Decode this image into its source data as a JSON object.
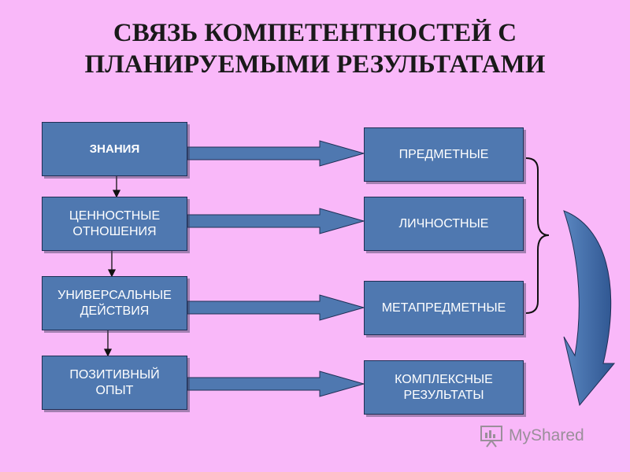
{
  "title": {
    "line1": "СВЯЗЬ КОМПЕТЕНТНОСТЕЙ С",
    "line2": "ПЛАНИРУЕМЫМИ РЕЗУЛЬТАТАМИ"
  },
  "left_boxes": [
    {
      "label": "ЗНАНИЯ"
    },
    {
      "label": "ЦЕННОСТНЫЕ\nОТНОШЕНИЯ"
    },
    {
      "label": "УНИВЕРСАЛЬНЫЕ\nДЕЙСТВИЯ"
    },
    {
      "label": "ПОЗИТИВНЫЙ\nОПЫТ"
    }
  ],
  "right_boxes": [
    {
      "label": "ПРЕДМЕТНЫЕ"
    },
    {
      "label": "ЛИЧНОСТНЫЕ"
    },
    {
      "label": "МЕТАПРЕДМЕТНЫЕ"
    },
    {
      "label": "КОМПЛЕКСНЫЕ\nРЕЗУЛЬТАТЫ"
    }
  ],
  "watermark": {
    "text": "MyShared",
    "icon": "presentation-board-icon"
  },
  "colors": {
    "background": "#f9b8f9",
    "box_fill": "#4f78b0",
    "arrow_fill": "#4f78b0",
    "curved_arrow_fill": "#3f6aa6"
  }
}
